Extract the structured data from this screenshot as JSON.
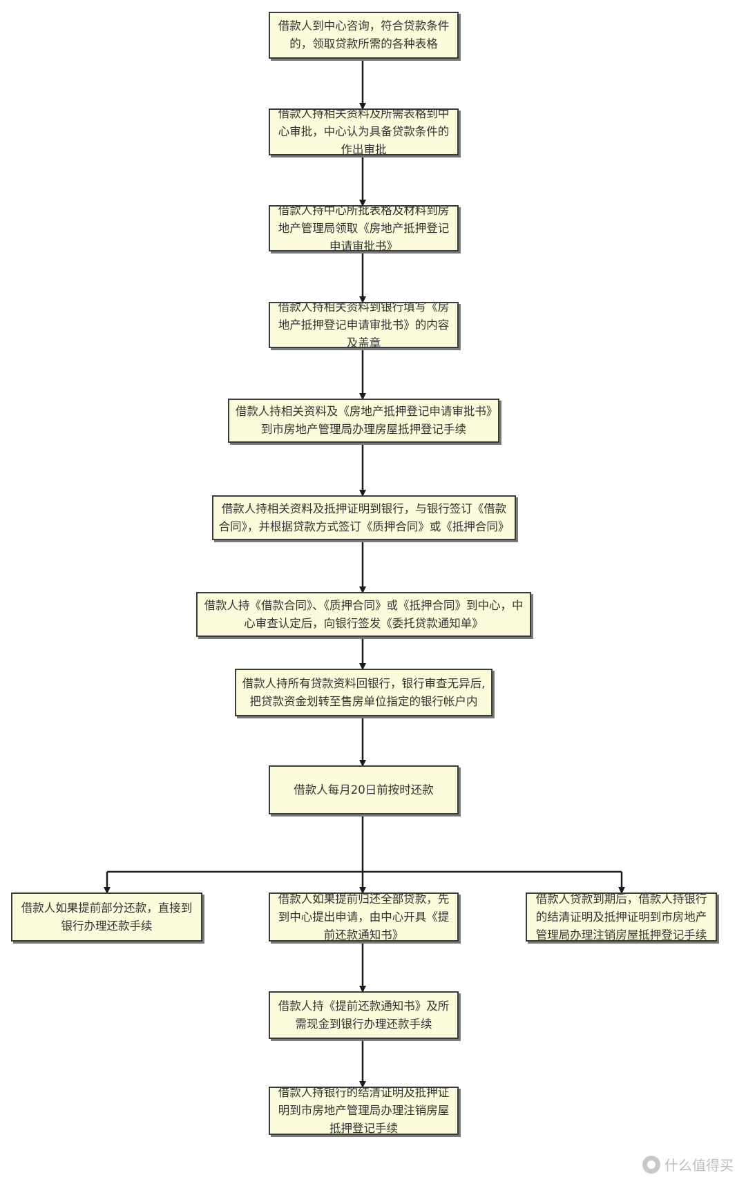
{
  "steps": {
    "s1": "借款人到中心咨询，符合贷款条件的，领取贷款所需的各种表格",
    "s2": "借款人持相关资料及所需表格到中心审批，中心认为具备贷款条件的作出审批",
    "s3": "借款人持中心所批表格及材料到房地产管理局领取《房地产抵押登记申请审批书》",
    "s4": "借款人持相关资料到银行填写《房地产抵押登记申请审批书》的内容及盖章",
    "s5": "借款人持相关资料及《房地产抵押登记申请审批书》到市房地产管理局办理房屋抵押登记手续",
    "s6": "借款人持相关资料及抵押证明到银行，与银行签订《借款合同》，并根据贷款方式签订《质押合同》或《抵押合同》",
    "s7": "借款人持《借款合同》、《质押合同》或《抵押合同》到中心，中心审查认定后，向银行签发《委托贷款通知单》",
    "s8": "借款人持所有贷款资料回银行，银行审查无异后,把贷款资金划转至售房单位指定的银行帐户内",
    "s9": "借款人每月20日前按时还款",
    "b_left": "借款人如果提前部分还款，直接到银行办理还款手续",
    "b_mid": "借款人如果提前归还全部贷款，先到中心提出申请，由中心开具《提前还款通知书》",
    "b_right": "借款人贷款到期后，借款人持银行的结清证明及抵押证明到市房地产管理局办理注销房屋抵押登记手续",
    "s10": "借款人持《提前还款通知书》及所需现金到银行办理还款手续",
    "s11": "借款人持银行的结清证明及抵押证明到市房地产管理局办理注销房屋抵押登记手续"
  },
  "watermark": "什么值得买"
}
